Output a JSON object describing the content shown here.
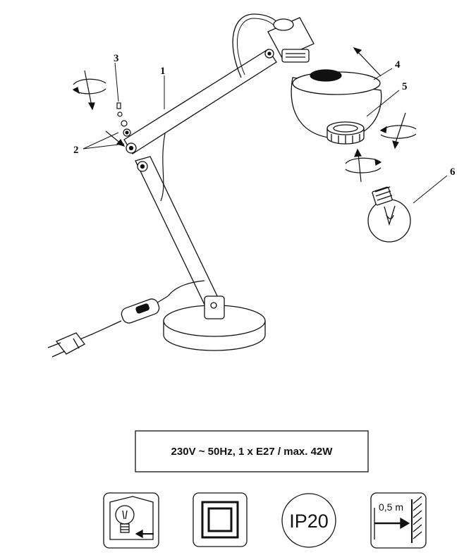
{
  "callouts": {
    "c1": "1",
    "c2": "2",
    "c3": "3",
    "c4": "4",
    "c5": "5",
    "c6": "6"
  },
  "spec": {
    "text": "230V ~ 50Hz, 1 x E27  /  max. 42W"
  },
  "symbols": {
    "bulb_house": "lamp-indoor-icon",
    "double_insulation": "class-ii-double-square-icon",
    "ip_rating": "IP20",
    "distance": "0,5 m",
    "distance_icon": "min-distance-wall-icon"
  },
  "colors": {
    "line": "#111111",
    "background": "#ffffff"
  }
}
